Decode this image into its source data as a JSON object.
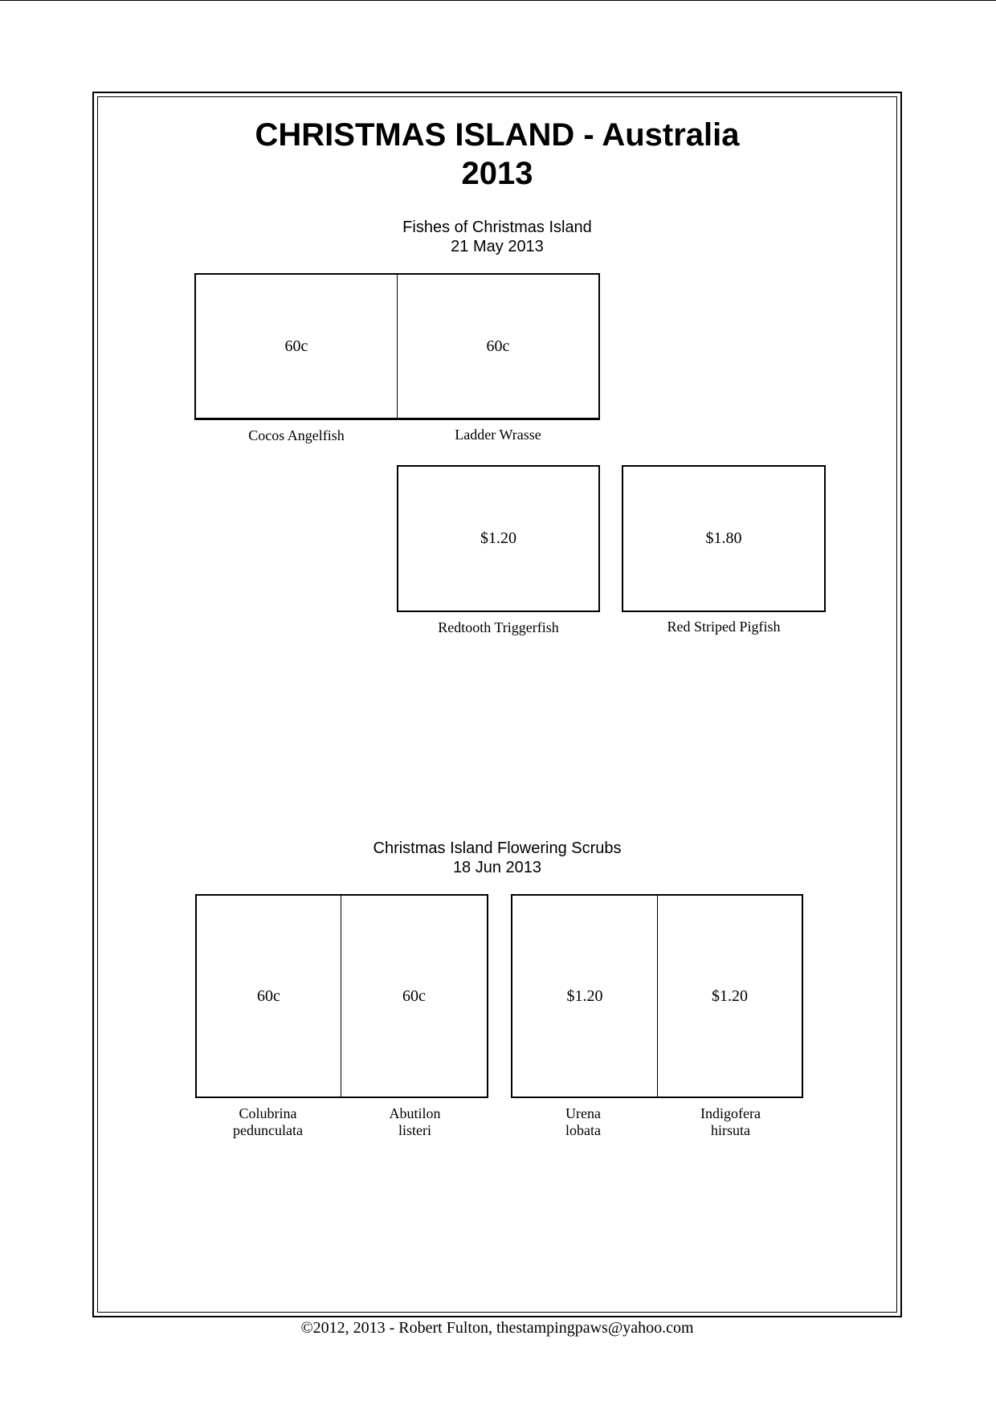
{
  "page": {
    "title_line1": "CHRISTMAS ISLAND - Australia",
    "title_line2": "2013",
    "footer": "©2012, 2013  -  Robert Fulton, thestampingpaws@yahoo.com"
  },
  "sets": [
    {
      "name": "Fishes of Christmas Island",
      "date": "21 May 2013",
      "stamps": [
        {
          "value": "60c",
          "caption": [
            "Cocos Angelfish"
          ]
        },
        {
          "value": "60c",
          "caption": [
            "Ladder Wrasse"
          ]
        },
        {
          "value": "$1.20",
          "caption": [
            "Redtooth Triggerfish"
          ]
        },
        {
          "value": "$1.80",
          "caption": [
            "Red Striped Pigfish"
          ]
        }
      ]
    },
    {
      "name": "Christmas Island Flowering Scrubs",
      "date": "18 Jun 2013",
      "stamps": [
        {
          "value": "60c",
          "caption": [
            "Colubrina",
            "pedunculata"
          ]
        },
        {
          "value": "60c",
          "caption": [
            "Abutilon",
            "listeri"
          ]
        },
        {
          "value": "$1.20",
          "caption": [
            "Urena",
            "lobata"
          ]
        },
        {
          "value": "$1.20",
          "caption": [
            "Indigofera",
            "hirsuta"
          ]
        }
      ]
    }
  ]
}
